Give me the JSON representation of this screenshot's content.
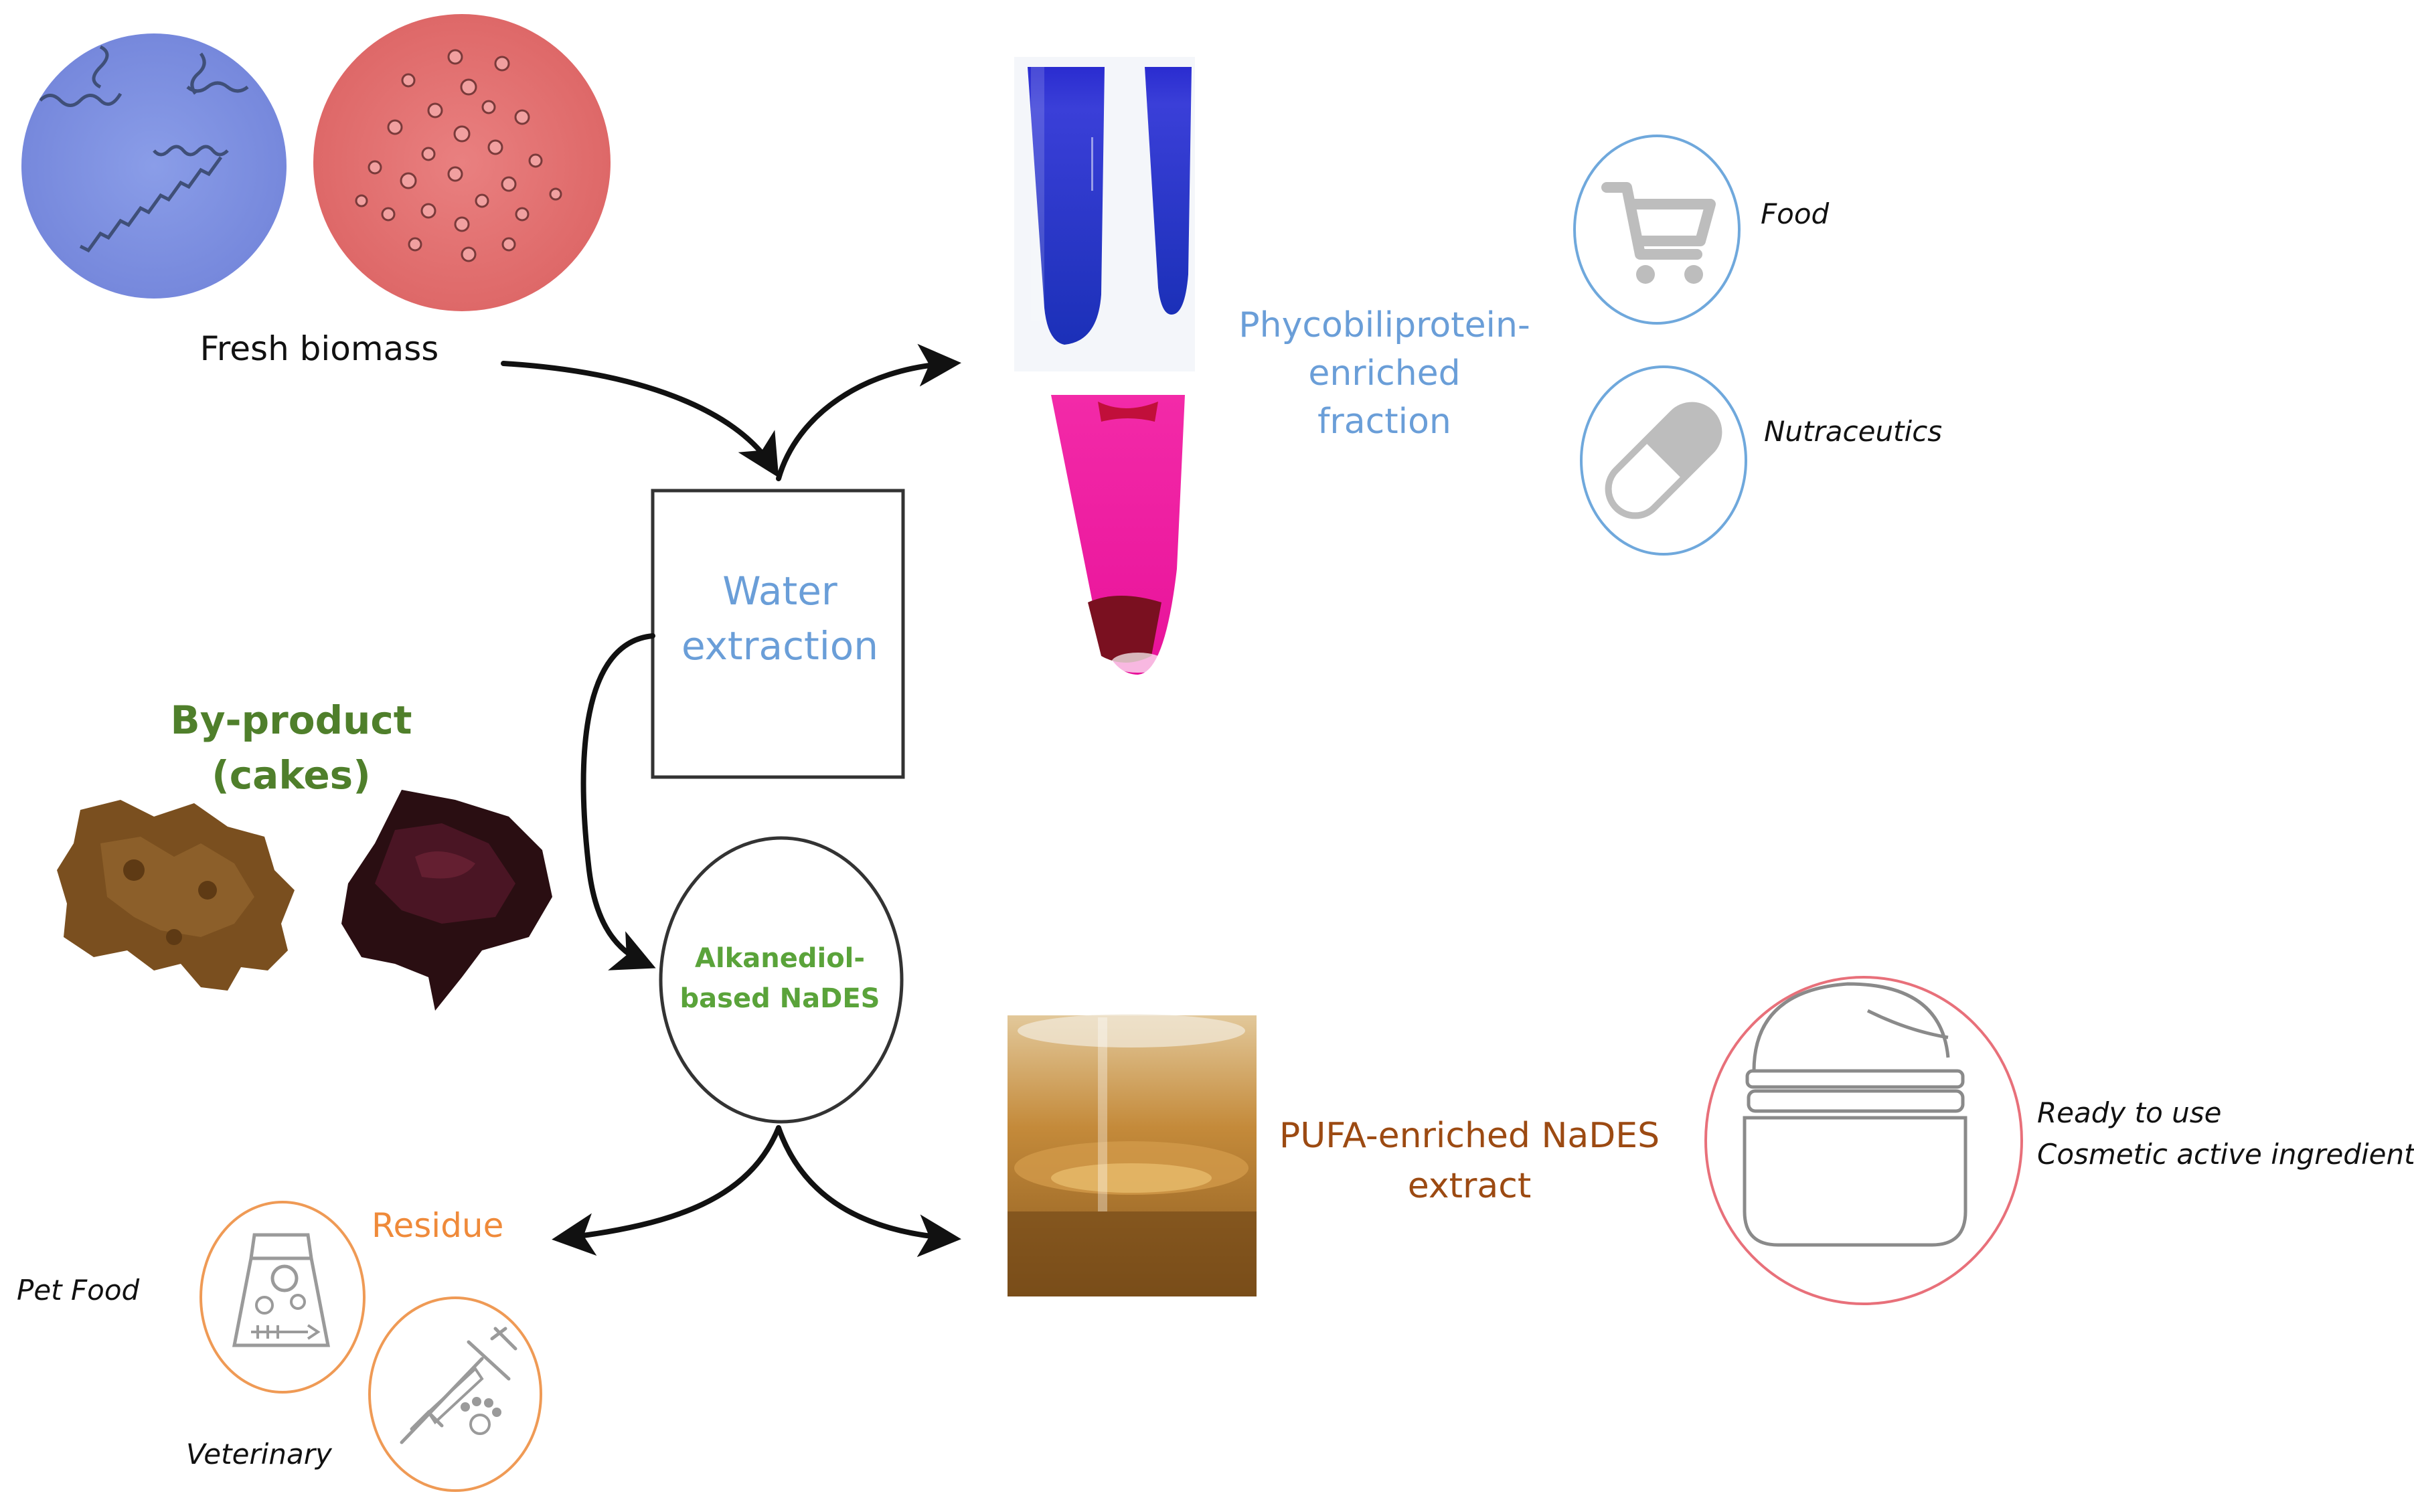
{
  "labels": {
    "fresh_biomass": "Fresh biomass",
    "water_extraction_1": "Water",
    "water_extraction_2": "extraction",
    "byproduct_1": "By-product",
    "byproduct_2": "(cakes)",
    "nades_1": "Alkanediol-",
    "nades_2": "based NaDES",
    "phyco_1": "Phycobiliprotein-",
    "phyco_2": "enriched",
    "phyco_3": "fraction",
    "food": "Food",
    "nutraceutics": "Nutraceutics",
    "residue": "Residue",
    "pet_food": "Pet Food",
    "veterinary": "Veterinary",
    "pufa_1": "PUFA-enriched NaDES",
    "pufa_2": "extract",
    "ready_1": "Ready to use",
    "ready_2": "Cosmetic active ingredient"
  },
  "icons": {
    "food": "shopping-cart-icon",
    "nutraceutics": "capsule-pill-icon",
    "pet_food": "pet-food-bag-icon",
    "veterinary": "syringe-paw-icon",
    "cosmetic": "cream-jar-icon"
  },
  "colors": {
    "blue_text": "#6a9ed8",
    "green_dark_text": "#4f7f2b",
    "green_text": "#5aa33a",
    "orange_text": "#ef8a3a",
    "brown_text": "#9c4a12",
    "blue_icon_ring": "#6fa8dc",
    "orange_icon_ring": "#ef9a55",
    "red_icon_ring": "#e8707a",
    "icon_fill": "#bdbdbd",
    "spirulina_bg": "#7f94e3",
    "porphyridium_bg": "#e36f6f",
    "blue_extract": "#1b1ec8",
    "pink_extract": "#ee1ca0",
    "amber_extract": "#b87a2a",
    "arrow": "#111111"
  }
}
